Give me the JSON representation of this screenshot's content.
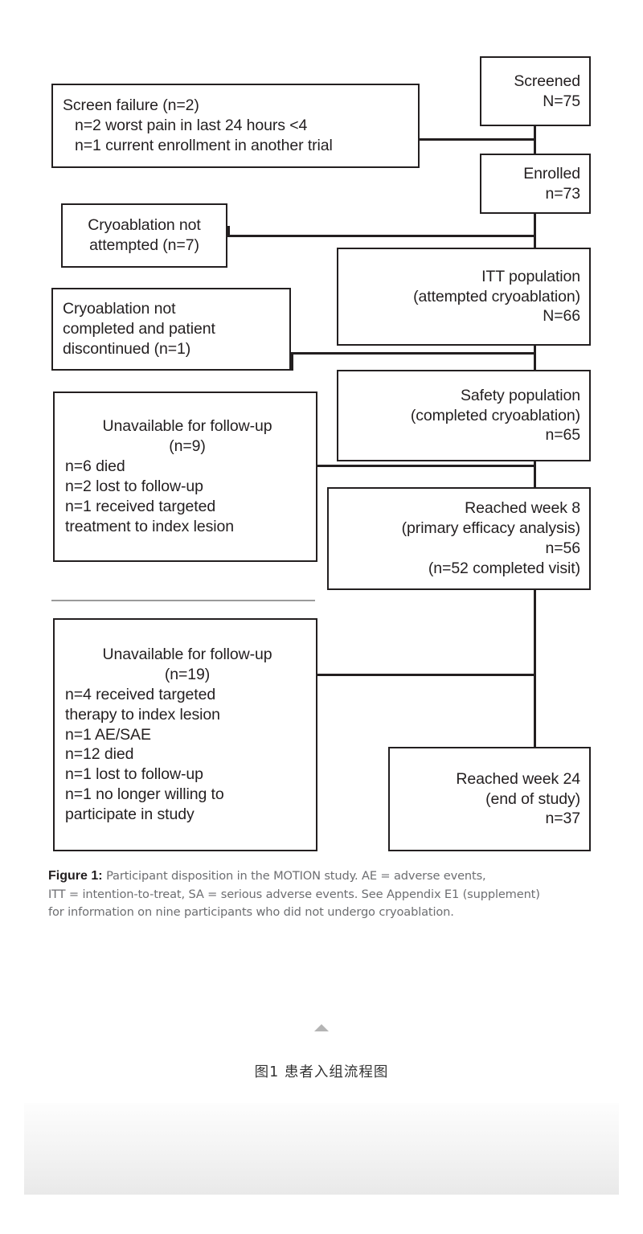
{
  "figure": {
    "label": "Figure 1:",
    "caption_line1": "Participant disposition in the MOTION study. AE = adverse events,",
    "caption_line2": "ITT = intention-to-treat, SA = serious adverse events. See Appendix E1 (supplement)",
    "caption_line3": "for information on nine participants who did not undergo cryoablation.",
    "chinese_caption": "图1  患者入组流程图"
  },
  "colors": {
    "stroke": "#231f20",
    "caption_text": "#6d6e71",
    "gray_rule": "#9a9a9a",
    "triangle": "#b4b4b4"
  },
  "flow": {
    "screened": {
      "line1": "Screened",
      "line2": "N=75"
    },
    "screen_failure": {
      "line1": "Screen failure (n=2)",
      "line2": "n=2 worst pain in last 24 hours <4",
      "line3": "n=1 current enrollment in another trial"
    },
    "enrolled": {
      "line1": "Enrolled",
      "line2": "n=73"
    },
    "cryo_not_attempted": {
      "line1": "Cryoablation not",
      "line2": "attempted (n=7)"
    },
    "itt_population": {
      "line1": "ITT population",
      "line2": "(attempted cryoablation)",
      "line3": "N=66"
    },
    "cryo_not_completed": {
      "line1": "Cryoablation not",
      "line2": "completed and patient",
      "line3": "discontinued (n=1)"
    },
    "safety_population": {
      "line1": "Safety population",
      "line2": "(completed cryoablation)",
      "line3": "n=65"
    },
    "unavailable_week8": {
      "line1": "Unavailable for follow-up",
      "line2": "(n=9)",
      "line3": "n=6 died",
      "line4": "n=2 lost to follow-up",
      "line5": "n=1 received targeted",
      "line6": "treatment to index lesion"
    },
    "reached_week8": {
      "line1": "Reached week 8",
      "line2": "(primary efficacy analysis)",
      "line3": "n=56",
      "line4": "(n=52 completed visit)"
    },
    "unavailable_week24": {
      "line1": "Unavailable for follow-up",
      "line2": "(n=19)",
      "line3": "n=4 received targeted",
      "line4": "therapy to index lesion",
      "line5": "n=1 AE/SAE",
      "line6": "n=12 died",
      "line7": "n=1 lost to follow-up",
      "line8": "n=1 no longer willing to",
      "line9": "participate in study"
    },
    "reached_week24": {
      "line1": "Reached week 24",
      "line2": "(end of study)",
      "line3": "n=37"
    }
  },
  "chart_data": {
    "type": "diagram",
    "title": "Participant disposition in the MOTION study",
    "diagram_kind": "CONSORT-style participant flow diagram",
    "nodes": [
      {
        "id": "screened",
        "label": "Screened",
        "n": 75,
        "n_symbol": "N=75",
        "branch": "main"
      },
      {
        "id": "screen_failure",
        "label": "Screen failure",
        "n": 2,
        "n_symbol": "(n=2)",
        "branch": "exclusion",
        "reasons": [
          "n=2 worst pain in last 24 hours <4",
          "n=1 current enrollment in another trial"
        ]
      },
      {
        "id": "enrolled",
        "label": "Enrolled",
        "n": 73,
        "n_symbol": "n=73",
        "branch": "main"
      },
      {
        "id": "cryo_not_attempted",
        "label": "Cryoablation not attempted",
        "n": 7,
        "n_symbol": "(n=7)",
        "branch": "exclusion"
      },
      {
        "id": "itt_population",
        "label": "ITT population (attempted cryoablation)",
        "n": 66,
        "n_symbol": "N=66",
        "branch": "main"
      },
      {
        "id": "cryo_not_completed",
        "label": "Cryoablation not completed and patient discontinued",
        "n": 1,
        "n_symbol": "(n=1)",
        "branch": "exclusion"
      },
      {
        "id": "safety_population",
        "label": "Safety population (completed cryoablation)",
        "n": 65,
        "n_symbol": "n=65",
        "branch": "main"
      },
      {
        "id": "unavailable_week8",
        "label": "Unavailable for follow-up",
        "n": 9,
        "n_symbol": "(n=9)",
        "branch": "exclusion",
        "reasons": [
          "n=6 died",
          "n=2 lost to follow-up",
          "n=1 received targeted treatment to index lesion"
        ]
      },
      {
        "id": "reached_week8",
        "label": "Reached week 8 (primary efficacy analysis)",
        "n": 56,
        "n_symbol": "n=56",
        "branch": "main",
        "note": "(n=52 completed visit)"
      },
      {
        "id": "unavailable_week24",
        "label": "Unavailable for follow-up",
        "n": 19,
        "n_symbol": "(n=19)",
        "branch": "exclusion",
        "reasons": [
          "n=4 received targeted therapy to index lesion",
          "n=1 AE/SAE",
          "n=12 died",
          "n=1 lost to follow-up",
          "n=1 no longer willing to participate in study"
        ]
      },
      {
        "id": "reached_week24",
        "label": "Reached week 24 (end of study)",
        "n": 37,
        "n_symbol": "n=37",
        "branch": "main"
      }
    ],
    "edges": [
      {
        "from": "screened",
        "to": "enrolled"
      },
      {
        "from": "screened",
        "to": "screen_failure",
        "type": "exclusion"
      },
      {
        "from": "enrolled",
        "to": "itt_population"
      },
      {
        "from": "enrolled",
        "to": "cryo_not_attempted",
        "type": "exclusion"
      },
      {
        "from": "itt_population",
        "to": "safety_population"
      },
      {
        "from": "itt_population",
        "to": "cryo_not_completed",
        "type": "exclusion"
      },
      {
        "from": "safety_population",
        "to": "reached_week8"
      },
      {
        "from": "safety_population",
        "to": "unavailable_week8",
        "type": "exclusion"
      },
      {
        "from": "reached_week8",
        "to": "reached_week24"
      },
      {
        "from": "reached_week8",
        "to": "unavailable_week24",
        "type": "exclusion"
      }
    ]
  }
}
